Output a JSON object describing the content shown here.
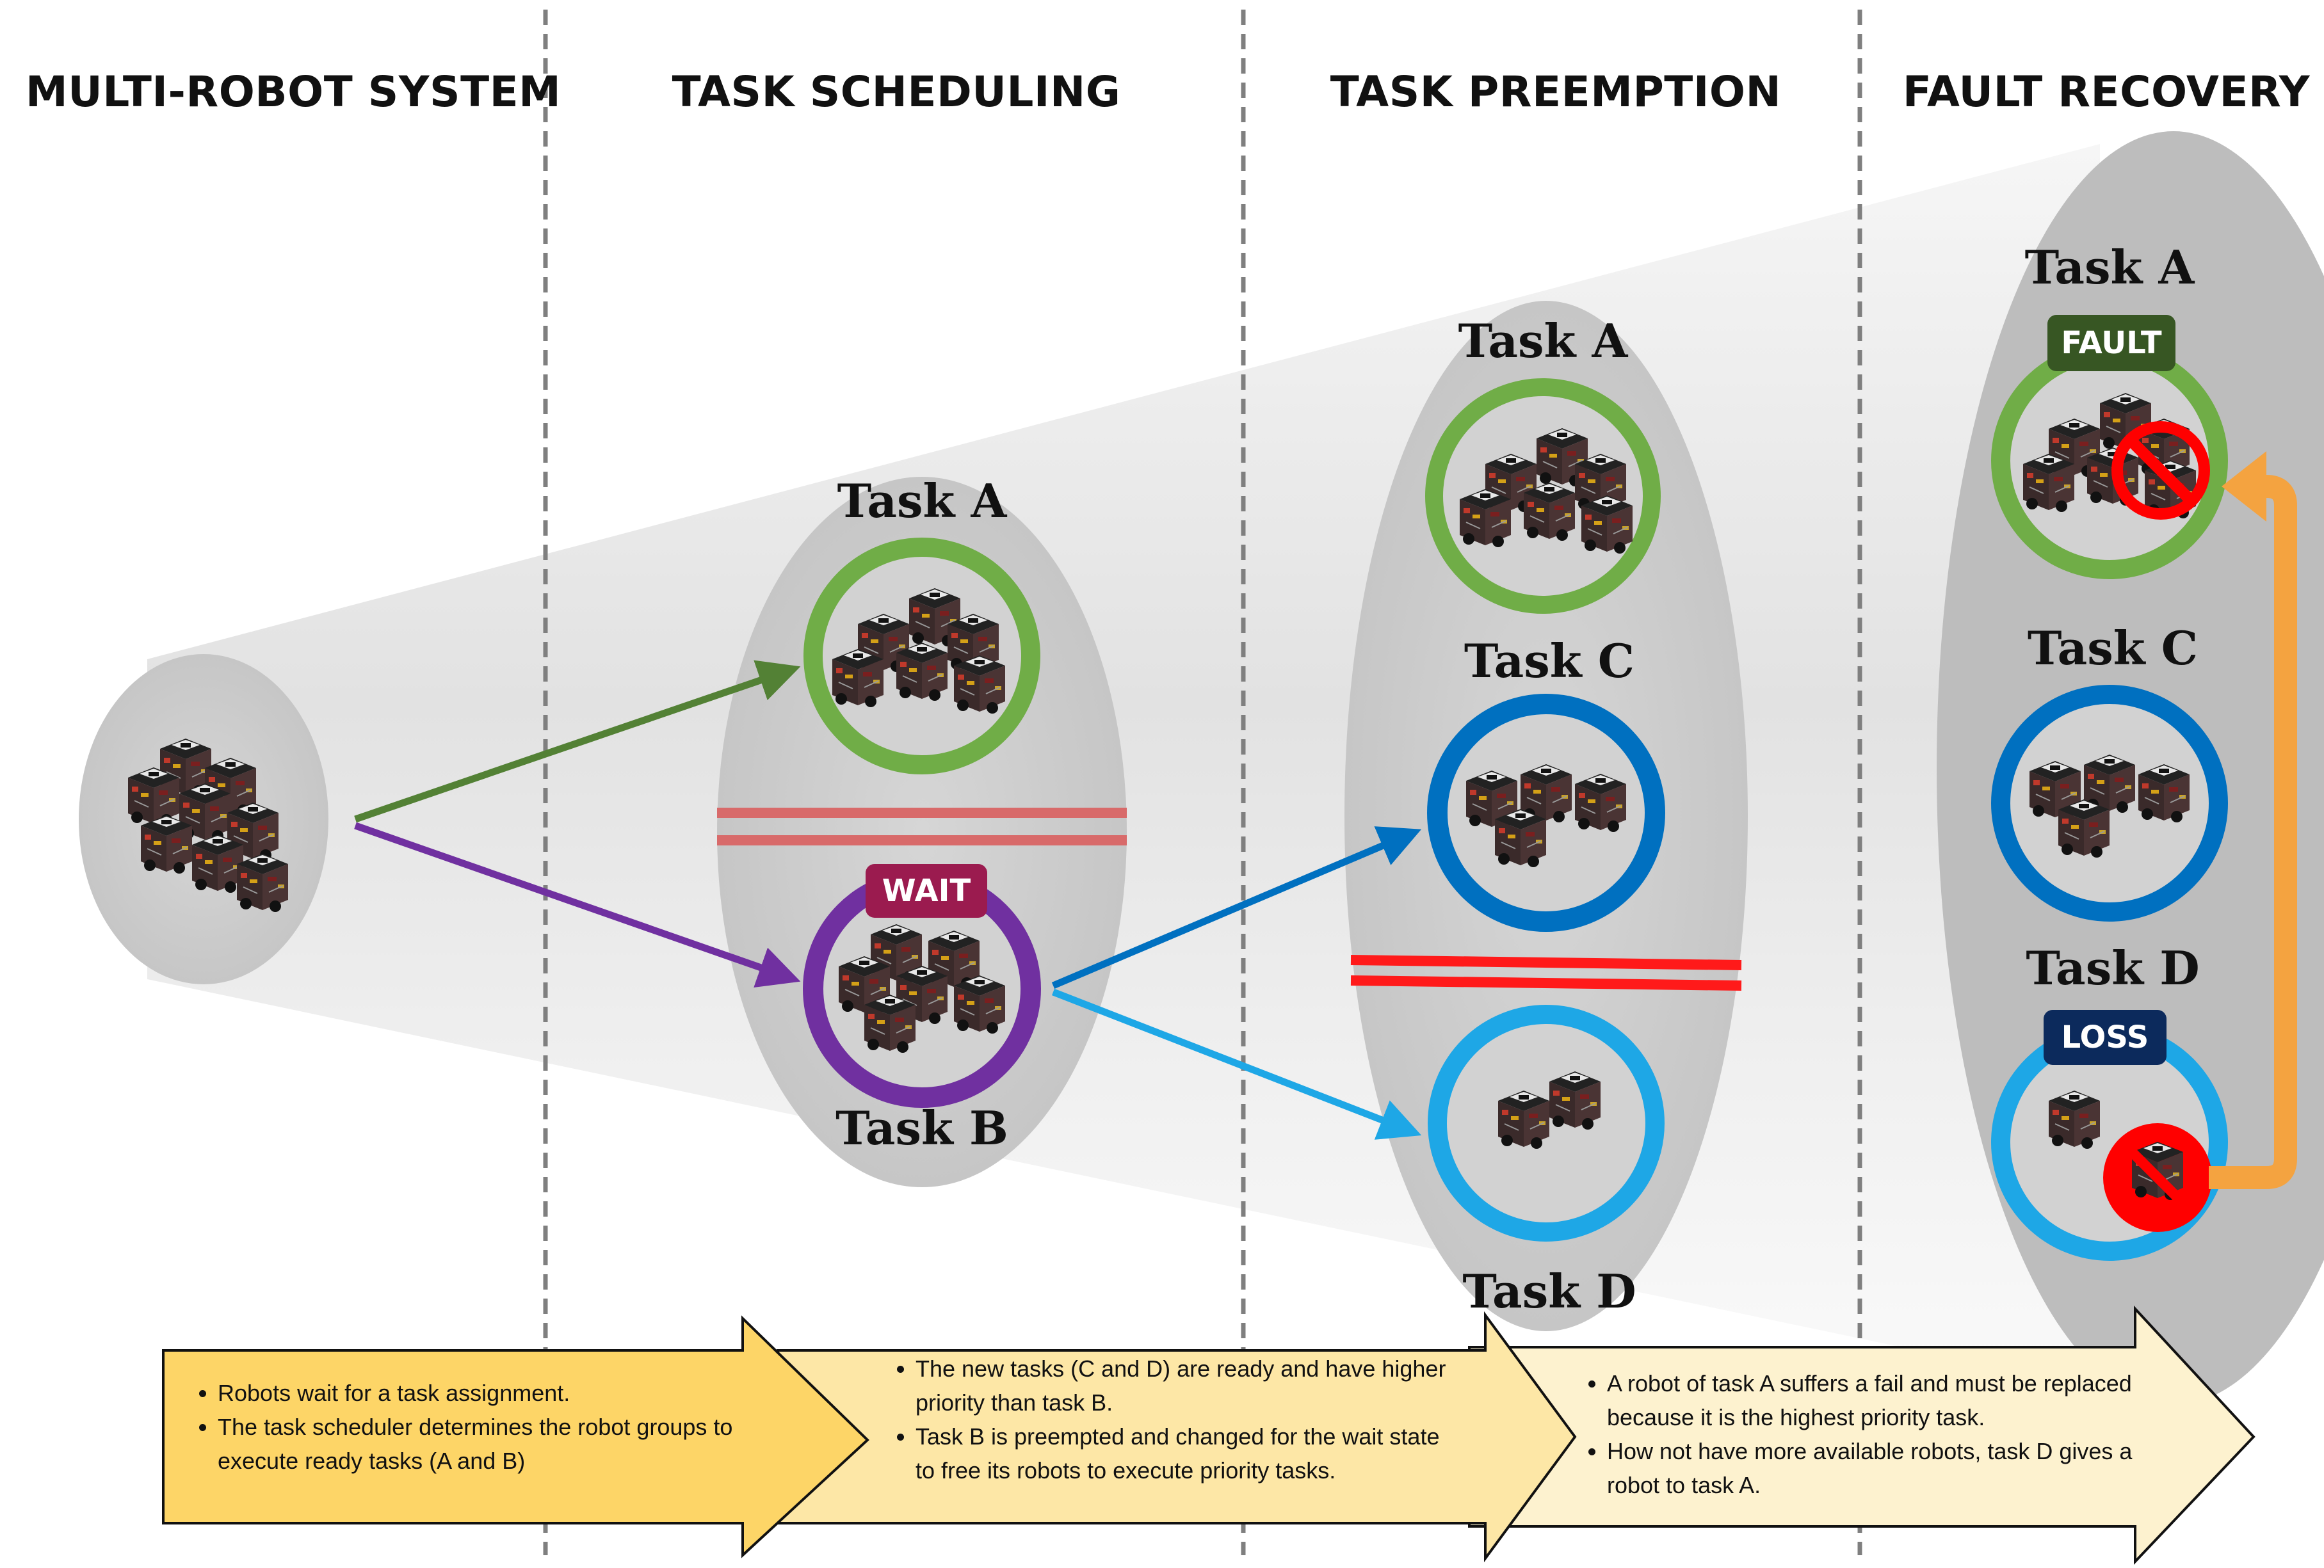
{
  "columns": [
    {
      "title": "MULTI-ROBOT SYSTEM"
    },
    {
      "title": "TASK SCHEDULING"
    },
    {
      "title": "TASK PREEMPTION"
    },
    {
      "title": "FAULT RECOVERY"
    }
  ],
  "scheduling": {
    "task_a": "Task A",
    "task_b": "Task B",
    "wait_badge": "WAIT"
  },
  "preemption": {
    "task_a": "Task A",
    "task_c": "Task C",
    "task_d": "Task D"
  },
  "recovery": {
    "task_a": "Task A",
    "task_c": "Task C",
    "task_d": "Task D",
    "fault_badge": "FAULT",
    "loss_badge": "LOSS"
  },
  "notes": [
    {
      "items": [
        "Robots wait for a task assignment.",
        "The task scheduler determines the robot groups to execute ready tasks (A and B)"
      ]
    },
    {
      "items": [
        "The new tasks (C and D) are ready and have higher priority than task B.",
        "Task B is preempted and changed for the wait state to free its robots to execute priority tasks."
      ]
    },
    {
      "items": [
        "A robot of task A suffers a fail and must be replaced because it is the highest priority task.",
        "How not have more available robots, task D gives a robot to task A."
      ]
    }
  ],
  "colors": {
    "green": "#70ad47",
    "purple": "#7030a0",
    "blue": "#0070c0",
    "light_blue": "#00b0f0",
    "orange": "#f4a340",
    "red": "#ff0000",
    "wait_badge": "#9b1b4f",
    "fault_badge": "#375623",
    "loss_badge": "#0c2a5c"
  }
}
